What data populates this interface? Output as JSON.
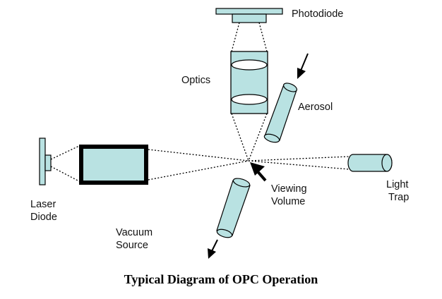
{
  "diagram": {
    "caption": "Typical Diagram of OPC Operation",
    "labels": {
      "photodiode": "Photodiode",
      "optics": "Optics",
      "aerosol": "Aerosol",
      "laser_diode_line1": "Laser",
      "laser_diode_line2": "Diode",
      "viewing_volume_line1": "Viewing",
      "viewing_volume_line2": "Volume",
      "light_trap_line1": "Light",
      "light_trap_line2": "Trap",
      "vacuum_source_line1": "Vacuum",
      "vacuum_source_line2": "Source"
    },
    "colors": {
      "component_fill": "#b9e2e2",
      "line": "#000000",
      "background": "#ffffff"
    }
  }
}
